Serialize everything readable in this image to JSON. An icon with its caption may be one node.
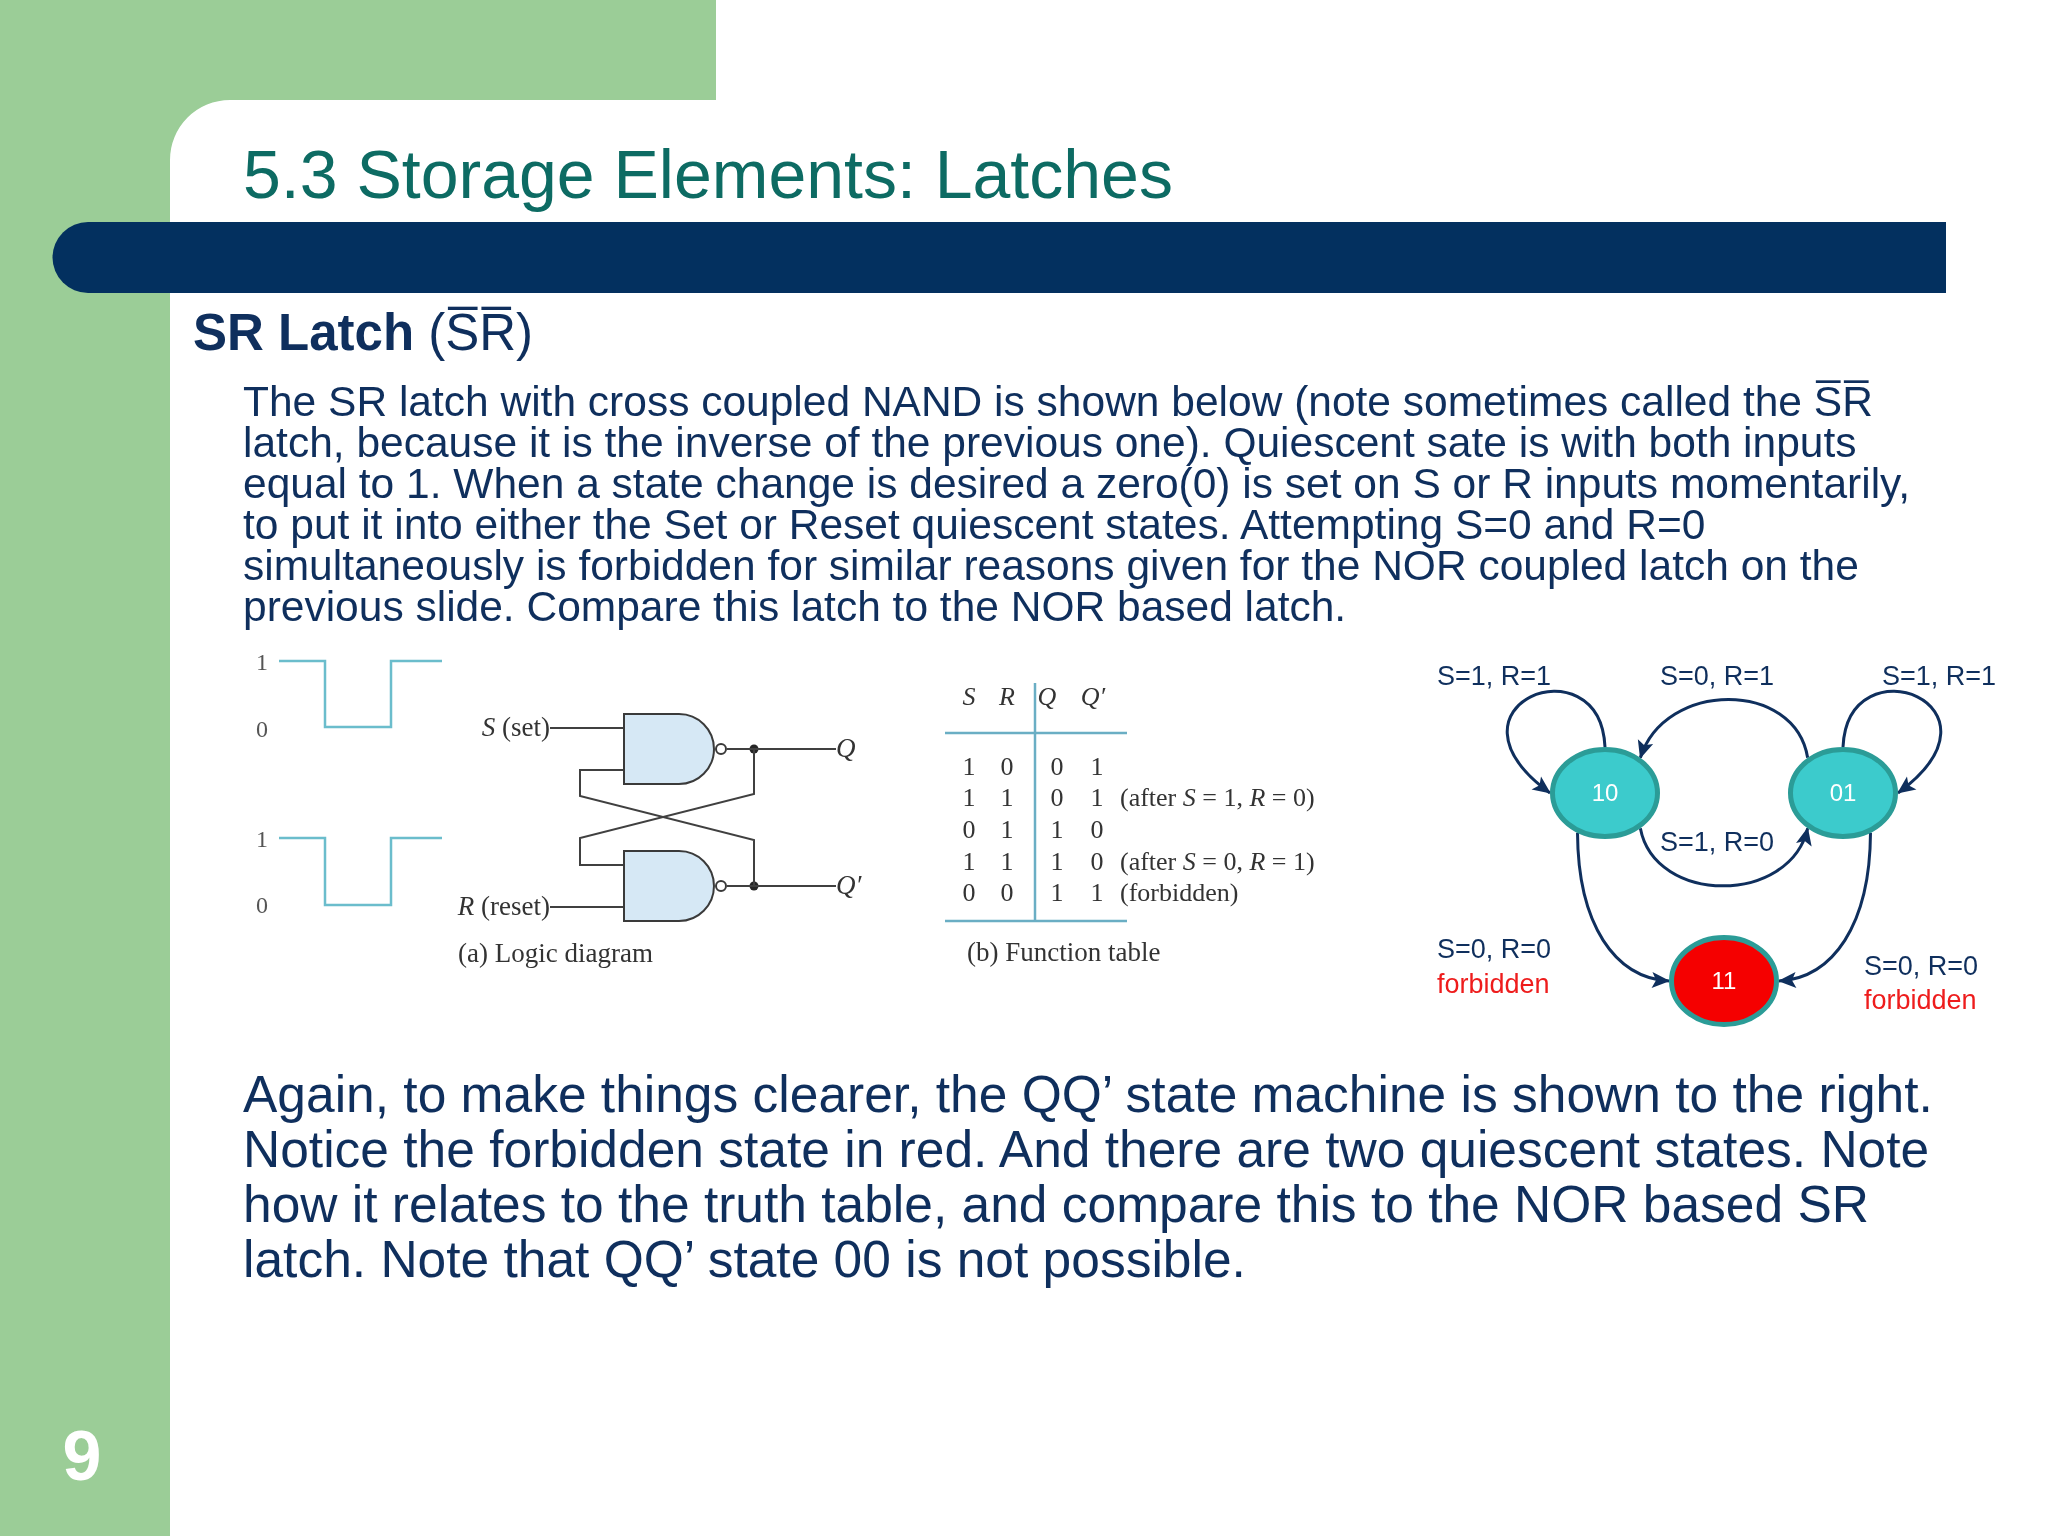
{
  "diagram": {
    "title": "5.3 Storage Elements: Latches",
    "nodes": [
      {
        "text": [
          "*S* (set)"
        ]
      },
      {
        "text": [],
        "shape": "gate"
      },
      {
        "text": [
          "Q"
        ]
      },
      {
        "text": [
          "*R* (reset)"
        ]
      },
      {
        "text": [],
        "shape": "gate"
      },
      {
        "text": [
          "Q′"
        ]
      },
      {
        "text": [
          "10"
        ]
      },
      {
        "text": [
          "01"
        ]
      },
      {
        "text": [
          "11"
        ]
      }
    ],
    "edges": [
      {
        "from": 0,
        "to": 1,
        "arrow": "none",
        "color": "#404040"
      },
      {
        "from": 1,
        "to": 2,
        "arrow": "none",
        "color": "#404040"
      },
      {
        "from": 3,
        "to": 4,
        "arrow": "none",
        "color": "#404040"
      },
      {
        "from": 4,
        "to": 5,
        "arrow": "none",
        "color": "#404040"
      },
      {
        "from": 1,
        "to": 4,
        "arrow": "none",
        "color": "#404040"
      },
      {
        "from": 4,
        "to": 1,
        "arrow": "none",
        "color": "#404040"
      },
      {
        "from": 6,
        "to": 6,
        "arrow": "to",
        "label": "S=1, R=1"
      },
      {
        "from": 7,
        "to": 6,
        "arrow": "to",
        "label": "S=0, R=1"
      },
      {
        "from": 7,
        "to": 7,
        "arrow": "to",
        "label": "S=1, R=1"
      },
      {
        "from": 6,
        "to": 7,
        "arrow": "to",
        "label": "S=1, R=0"
      },
      {
        "from": 6,
        "to": 8,
        "arrow": "to",
        "label": "S=0, R=0"
      },
      {
        "from": 7,
        "to": 8,
        "arrow": "to",
        "label": "S=0, R=0"
      }
    ],
    "labels": [
      "**SR Latch** (S̅R̅)",
      "The SR latch with cross coupled NAND is shown below (note sometimes called the S̅R̅ latch, because it is the inverse of the previous one). Quiescent sate is with both inputs equal to 1. When a state change is desired a zero(0) is set on S or R inputs momentarily, to put it into either the Set or Reset quiescent states. Attempting S=0 and R=0 simultaneously is forbidden for similar reasons given for the NOR coupled latch on the previous slide. Compare this latch to the NOR based latch.",
      "1",
      "0",
      "1",
      "0",
      "(a) Logic diagram",
      "S",
      "R",
      "Q",
      "Q′",
      "1",
      "0",
      "0",
      "1",
      "1",
      "1",
      "0",
      "1",
      "(after *S* = 1, *R* = 0)",
      "0",
      "1",
      "1",
      "0",
      "1",
      "1",
      "1",
      "0",
      "(after *S* = 0, *R* = 1)",
      "0",
      "0",
      "1",
      "1",
      "(forbidden)",
      "(b) Function table",
      "forbidden",
      "forbidden",
      "Again, to make things clearer, the QQ’ state machine is shown to the right. Notice the forbidden state in red. And there are two quiescent states. Note how it relates to the truth table, and compare this to the NOR based SR latch. Note that QQ’ state 00 is not possible.",
      "9"
    ]
  }
}
